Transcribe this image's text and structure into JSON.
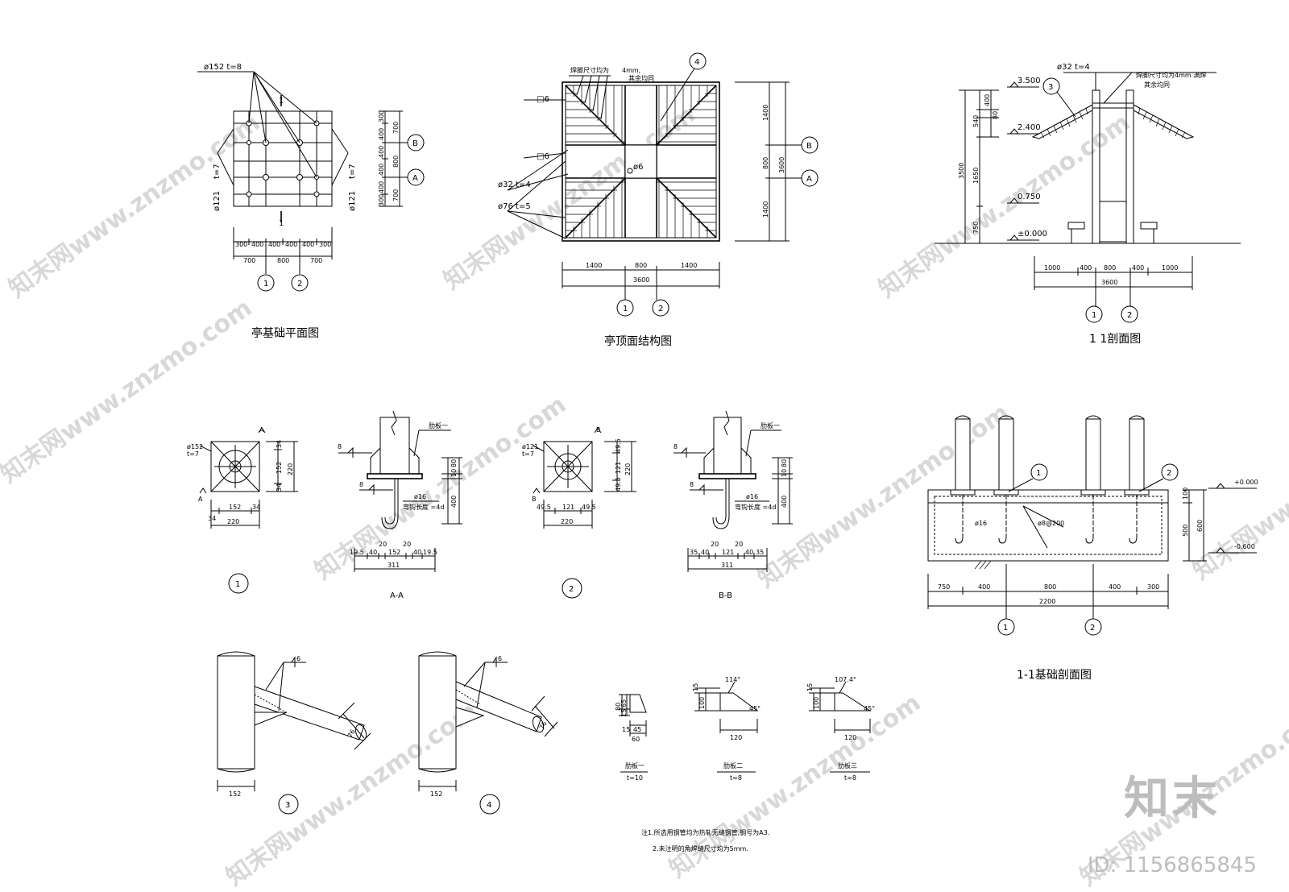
{
  "titles": {
    "base_plan": "亭基础平面图",
    "roof_structure": "亭顶面结构图",
    "section_11": "1 1剖面图",
    "foundation_section": "1-1基础剖面图",
    "sec_aa": "A-A",
    "sec_bb": "B-B"
  },
  "axes": {
    "a": "A",
    "b": "B",
    "n1": "1",
    "n2": "2",
    "n3": "3",
    "n4": "4"
  },
  "base_plan": {
    "pipe152": "ø152  t=8",
    "plate_left": "t=7",
    "pipe121_left": "ø121",
    "pipe121_right": "ø121",
    "plate_right": "t=7",
    "sec_mark": "1",
    "dims_bottom": [
      "300",
      "400",
      "400",
      "400",
      "400",
      "300"
    ],
    "dims_bottom2": [
      "700",
      "800",
      "700"
    ],
    "dims_right": [
      "300",
      "400",
      "400",
      "400",
      "400",
      "300"
    ],
    "dims_right2": [
      "700",
      "800",
      "700"
    ]
  },
  "roof": {
    "note1": "焊脚尺寸均为",
    "note2": "4mm,",
    "note3": "其余均同",
    "plate6": "□6",
    "pipe32": "ø32    t=4",
    "pipe76": "ø76    t=5",
    "center6": "ø6",
    "dims_bottom": [
      "1400",
      "800",
      "1400"
    ],
    "total": "3600",
    "dims_right": [
      "1400",
      "800",
      "1400"
    ]
  },
  "section11": {
    "pipe": "ø32    t=4",
    "note1": "焊脚尺寸均为4mm 满焊",
    "note2": "其余均同",
    "el1": "3.500",
    "el2": "2.400",
    "el3": "0.750",
    "el4": "±0.000",
    "dims_left": [
      "400",
      "80",
      "1650",
      "750"
    ],
    "dim_540": "540",
    "dim_3500": "3500",
    "dims_bottom": [
      "1000",
      "400",
      "800",
      "400",
      "1000"
    ],
    "total": "3600"
  },
  "detail1": {
    "pipe": "ø152",
    "t": "t=7",
    "dims_right": [
      "34",
      "152",
      "34"
    ],
    "total_v": "220",
    "dims_bottom": [
      "34",
      "152",
      "34"
    ],
    "total_h": "220",
    "mark": "A"
  },
  "detailAA": {
    "rib": "肋板一",
    "weld": "8",
    "bolt": "ø16",
    "anchor": "弯钩长度 =4d",
    "dims_right": [
      "10",
      "80",
      "400"
    ],
    "dims_bottom": [
      "19.5",
      "40",
      "20",
      "152",
      "20",
      "40",
      "19.5"
    ],
    "total": "311"
  },
  "detail2": {
    "pipe": "ø121",
    "t": "t=7",
    "dims_right": [
      "49.5",
      "121",
      "49.5"
    ],
    "total_v": "220",
    "dims_bottom": [
      "49.5",
      "121",
      "49.5"
    ],
    "total_h": "220",
    "mark": "B"
  },
  "detailBB": {
    "rib": "肋板一",
    "weld": "8",
    "bolt": "ø16",
    "anchor": "弯钩长度 =4d",
    "dims_right": [
      "10",
      "80",
      "400"
    ],
    "dims_bottom": [
      "35",
      "40",
      "20",
      "121",
      "20",
      "40",
      "35"
    ],
    "total": "311"
  },
  "foundation": {
    "el_top": "+0.000",
    "el_bot": "-0.600",
    "bar": "ø16",
    "mesh": "ø8@200",
    "dims_right": [
      "100",
      "500",
      "600"
    ],
    "dims_bottom": [
      "750",
      "400",
      "800",
      "400",
      "300"
    ],
    "total": "2200"
  },
  "details34": {
    "weld": "6",
    "pipe_dia": "76",
    "post": "152"
  },
  "ribs": {
    "r1": {
      "name": "肋板一",
      "t": "t=10",
      "v": [
        "80",
        "65",
        "15"
      ],
      "h": [
        "15",
        "45",
        "60"
      ]
    },
    "r2": {
      "name": "肋板二",
      "t": "t=8",
      "angle": "114°",
      "angle2": "45°",
      "v": [
        "15",
        "100"
      ],
      "h": [
        "120"
      ]
    },
    "r3": {
      "name": "肋板三",
      "t": "t=8",
      "angle": "107.4°",
      "angle2": "45°",
      "v": [
        "15",
        "100"
      ],
      "h": [
        "120"
      ]
    }
  },
  "notes": {
    "n1": "注1.所选用钢管均为热轧无缝钢管,钢号为A3.",
    "n2": "2.未注明的角焊缝尺寸均为5mm."
  },
  "watermark": "知末网www.znzmo.com",
  "brand": {
    "logo": "知末",
    "id": "ID: 1156865845"
  }
}
